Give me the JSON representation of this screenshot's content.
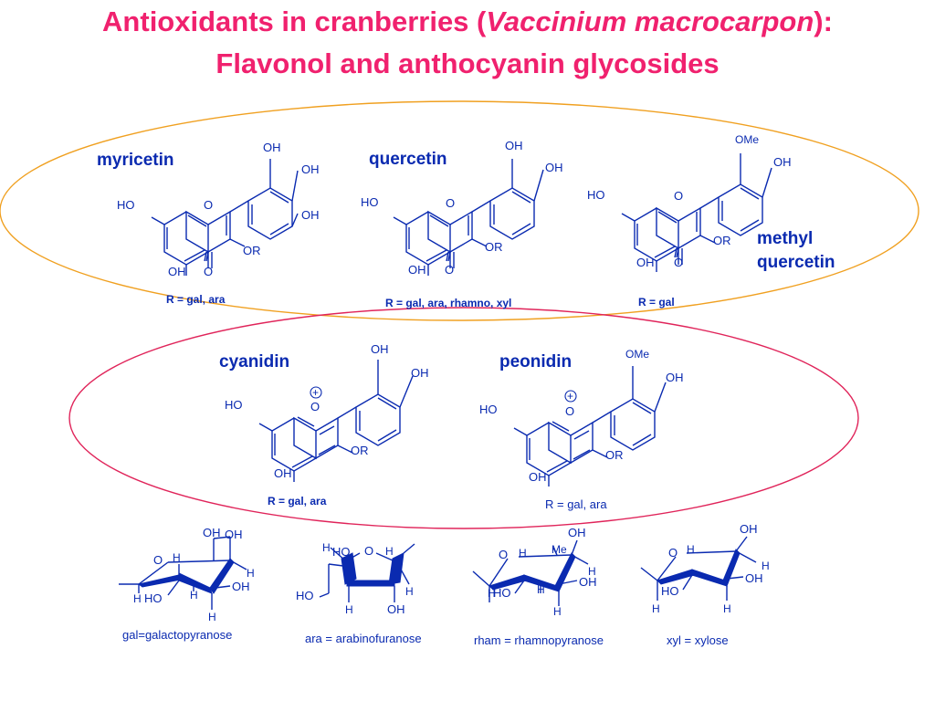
{
  "title": {
    "line1_pre": "Antioxidants in cranberries (",
    "line1_italic": "Vaccinium macrocarpon",
    "line1_post": "):",
    "line2": "Flavonol and anthocyanin glycosides"
  },
  "colors": {
    "title": "#f0216e",
    "structures": "#0a2ab0",
    "flavonol_ellipse": "#f0a020",
    "anthocyanin_ellipse": "#e0245a"
  },
  "flavonols": [
    {
      "name": "myricetin",
      "r_note": "R = gal, ara",
      "labels": {
        "oh_top": "OH",
        "oh_mid": "OH",
        "oh_low": "OH",
        "ho": "HO",
        "ring_o": "O",
        "or": "OR",
        "oh_bottom": "OH",
        "carbonyl": "O"
      }
    },
    {
      "name": "quercetin",
      "r_note": "R = gal, ara, rhamno, xyl",
      "labels": {
        "oh_top": "OH",
        "oh_mid": "OH",
        "ho": "HO",
        "ring_o": "O",
        "or": "OR",
        "oh_bottom": "OH",
        "carbonyl": "O"
      }
    },
    {
      "name_line1": "methyl",
      "name_line2": "quercetin",
      "r_note": "R = gal",
      "labels": {
        "ome": "OMe",
        "oh_mid": "OH",
        "ho": "HO",
        "ring_o": "O",
        "or": "OR",
        "oh_bottom": "OH",
        "carbonyl": "O"
      }
    }
  ],
  "anthocyanins": [
    {
      "name": "cyanidin",
      "r_note": "R = gal, ara",
      "charge": "+",
      "labels": {
        "oh_top": "OH",
        "oh_mid": "OH",
        "ho": "HO",
        "ring_o": "O",
        "or": "OR",
        "oh_bottom": "OH"
      }
    },
    {
      "name": "peonidin",
      "r_note": "R = gal, ara",
      "charge": "+",
      "labels": {
        "ome": "OMe",
        "oh_mid": "OH",
        "ho": "HO",
        "ring_o": "O",
        "or": "OR",
        "oh_bottom": "OH"
      }
    }
  ],
  "sugars": [
    {
      "caption": "gal=galactopyranose",
      "labels": {
        "oh_ch2": "OH",
        "oh_top": "OH",
        "ring_o": "O",
        "h1": "H",
        "h2": "H",
        "h3": "H",
        "ho": "HO",
        "h4": "H",
        "oh_right": "OH",
        "h_bottom": "H"
      }
    },
    {
      "caption": "ara = arabinofuranose",
      "labels": {
        "h1": "H",
        "ho_top": "HO",
        "ring_o": "O",
        "h2": "H",
        "ho_left": "HO",
        "h3": "H",
        "h_bottom": "H",
        "oh_bottom": "OH"
      }
    },
    {
      "caption": "rham = rhamnopyranose",
      "labels": {
        "oh_top": "OH",
        "ring_o": "O",
        "h1": "H",
        "me": "Me",
        "h2": "H",
        "h3": "H",
        "oh_right": "OH",
        "ho": "HO",
        "h4": "H",
        "h_bottom": "H"
      }
    },
    {
      "caption": "xyl = xylose",
      "labels": {
        "oh_top": "OH",
        "ring_o": "O",
        "h1": "H",
        "h2": "H",
        "oh_right": "OH",
        "ho": "HO",
        "h_left": "H",
        "h_bottom": "H"
      }
    }
  ]
}
